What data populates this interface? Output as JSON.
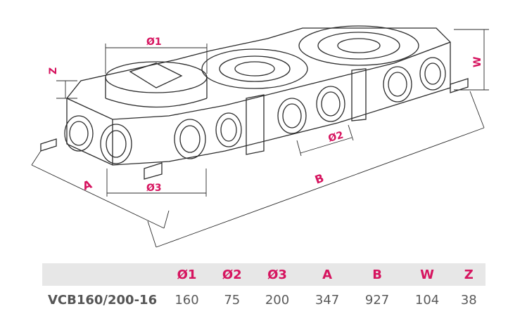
{
  "dimensions": {
    "d1": "Ø1",
    "d2": "Ø2",
    "d3": "Ø3",
    "a": "A",
    "b": "B",
    "w": "W",
    "z": "Z"
  },
  "table": {
    "headers": [
      "",
      "Ø1",
      "Ø2",
      "Ø3",
      "A",
      "B",
      "W",
      "Z"
    ],
    "rows": [
      {
        "model": "VCB160/200-16",
        "values": [
          "160",
          "75",
          "200",
          "347",
          "927",
          "104",
          "38"
        ]
      }
    ]
  },
  "colors": {
    "accent": "#d6145f",
    "header_bg": "#e7e7e7",
    "text": "#5a5a5a"
  }
}
